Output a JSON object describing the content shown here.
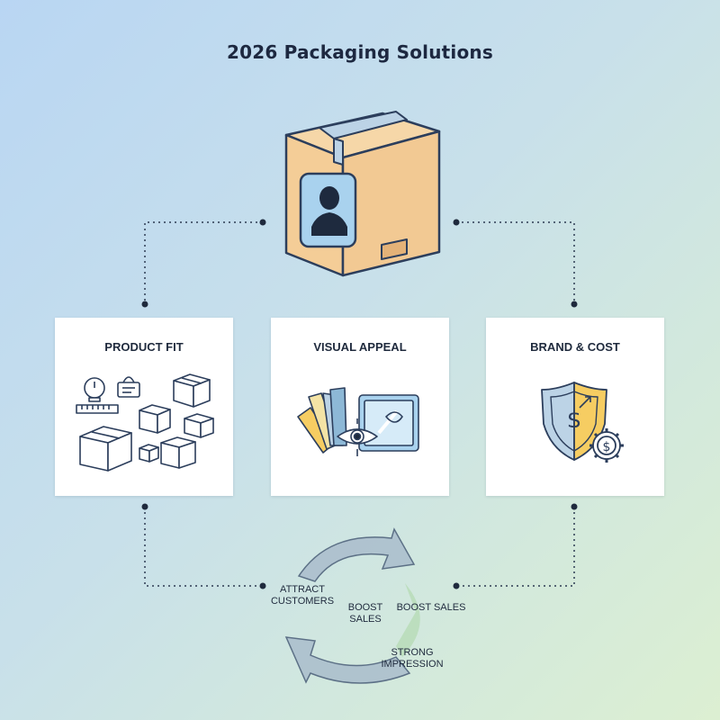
{
  "title": "2026 Packaging Solutions",
  "cards": [
    {
      "title": "PRODUCT FIT"
    },
    {
      "title": "VISUAL APPEAL"
    },
    {
      "title": "BRAND & COST"
    }
  ],
  "cycle": {
    "labels": [
      "ATTRACT\nCUSTOMERS",
      "BOOST\nSALES",
      "BOOST SALES",
      "STRONG\nIMPRESSION"
    ]
  },
  "colors": {
    "box": "#f2c993",
    "box_dark": "#e4b278",
    "outline": "#2c3e5c",
    "arrow": "#a9bccb",
    "arrow_green": "#b8dcb8",
    "accent_yellow": "#f6cd62",
    "accent_blue": "#a9d2ee"
  }
}
